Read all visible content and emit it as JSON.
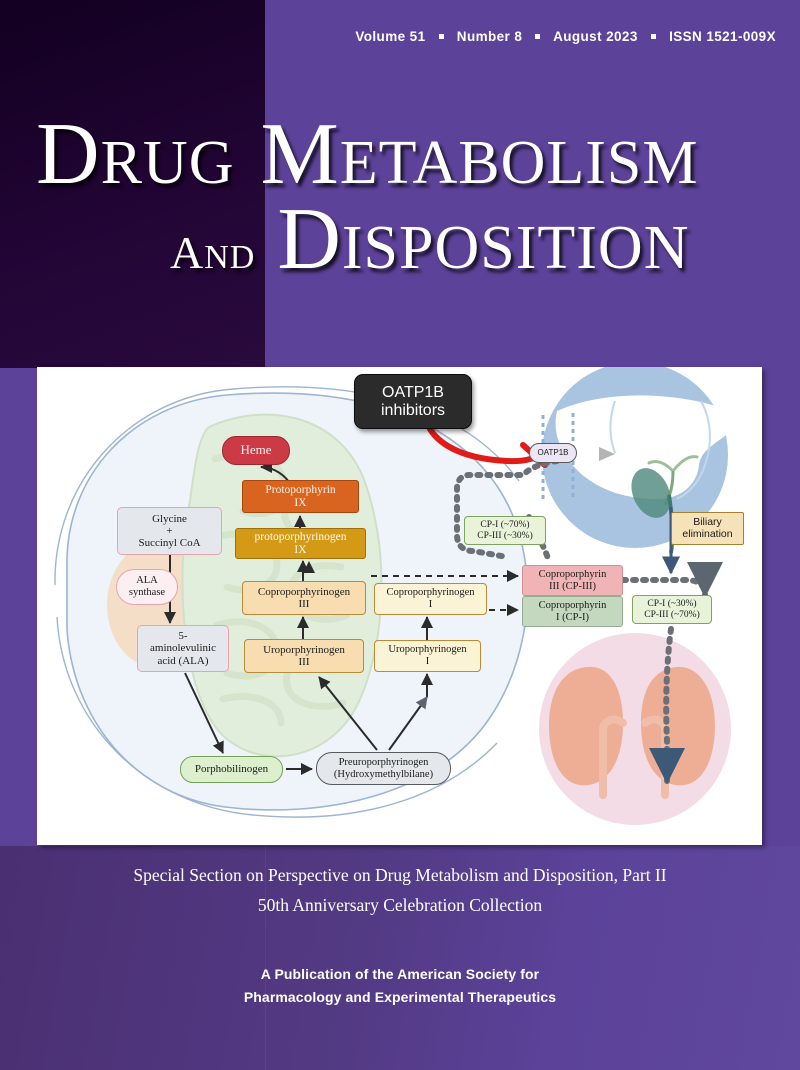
{
  "issue": {
    "volume": "Volume 51",
    "number": "Number 8",
    "date": "August 2023",
    "issn": "ISSN 1521-009X"
  },
  "masthead": {
    "word1_cap": "D",
    "word1_rest": "RUG",
    "word2_cap": "M",
    "word2_rest": "ETABOLISM",
    "word3_cap": "A",
    "word3_rest": "ND",
    "word4_cap": "D",
    "word4_rest": "ISPOSITION"
  },
  "figure": {
    "callout": "OATP1B\ninhibitors",
    "callout_line1": "OATP1B",
    "callout_line2": "inhibitors",
    "transporter": "OATP1B",
    "nodes": {
      "heme": "Heme",
      "protoporphyrin_ix": "Protoporphyrin\nIX",
      "protoporphyrinogen_ix": "protoporphyrinogen\nIX",
      "glycine_succinyl": "Glycine\n+\nSuccinyl CoA",
      "ala_synthase": "ALA\nsynthase",
      "ala": "5-\naminolevulinic\nacid (ALA)",
      "coproporphyrinogen_iii": "Coproporphyrinogen\nIII",
      "uroporphyrinogen_iii": "Uroporphyrinogen\nIII",
      "coproporphyrinogen_i": "Coproporphyrinogen\nI",
      "uroporphyrinogen_i": "Uroporphyrinogen\nI",
      "porphobilinogen": "Porphobilinogen",
      "preuroporphyrinogen": "Preuroporphyrinogen\n(Hydroxymethylbilane)",
      "coproporphyrin_iii": "Coproporphyrin\nIII (CP-III)",
      "coproporphyrin_i": "Coproporphyrin\nI (CP-I)",
      "biliary_elimination": "Biliary\nelimination"
    },
    "fractions": {
      "hepatic_uptake": "CP-I (~70%)\nCP-III (~30%)",
      "renal": "CP-I (~30%)\nCP-III (~70%)"
    },
    "colors": {
      "heme": "#cc3a46",
      "protoporphyrin": "#d8641f",
      "protoporphyrinogen": "#d59a15",
      "porphyrinogen_iii": "#f7ddb0",
      "porphyrinogen_i": "#fbf3d5",
      "cp_iii": "#f0b4b6",
      "cp_i": "#c4d8c0",
      "inhibitor_box": "#2b2b2b",
      "inhibitor_arrow": "#e01b18",
      "liver_circle": "#a8c4e0",
      "kidney_circle": "#f3dce6",
      "kidney_organ": "#eeae96",
      "mitochondrion": "#dfead9",
      "cytoplasm": "#eef4fa"
    }
  },
  "special_section": {
    "line1": "Special Section on Perspective on Drug Metabolism and Disposition, Part II",
    "line2": "50th Anniversary Celebration Collection"
  },
  "publisher": {
    "line1": "A Publication of the American Society for",
    "line2": "Pharmacology and Experimental Therapeutics"
  },
  "theme": {
    "panel_dark": "#230536",
    "panel_purple": "#5c4299",
    "text_on_purple": "#ffffff"
  }
}
